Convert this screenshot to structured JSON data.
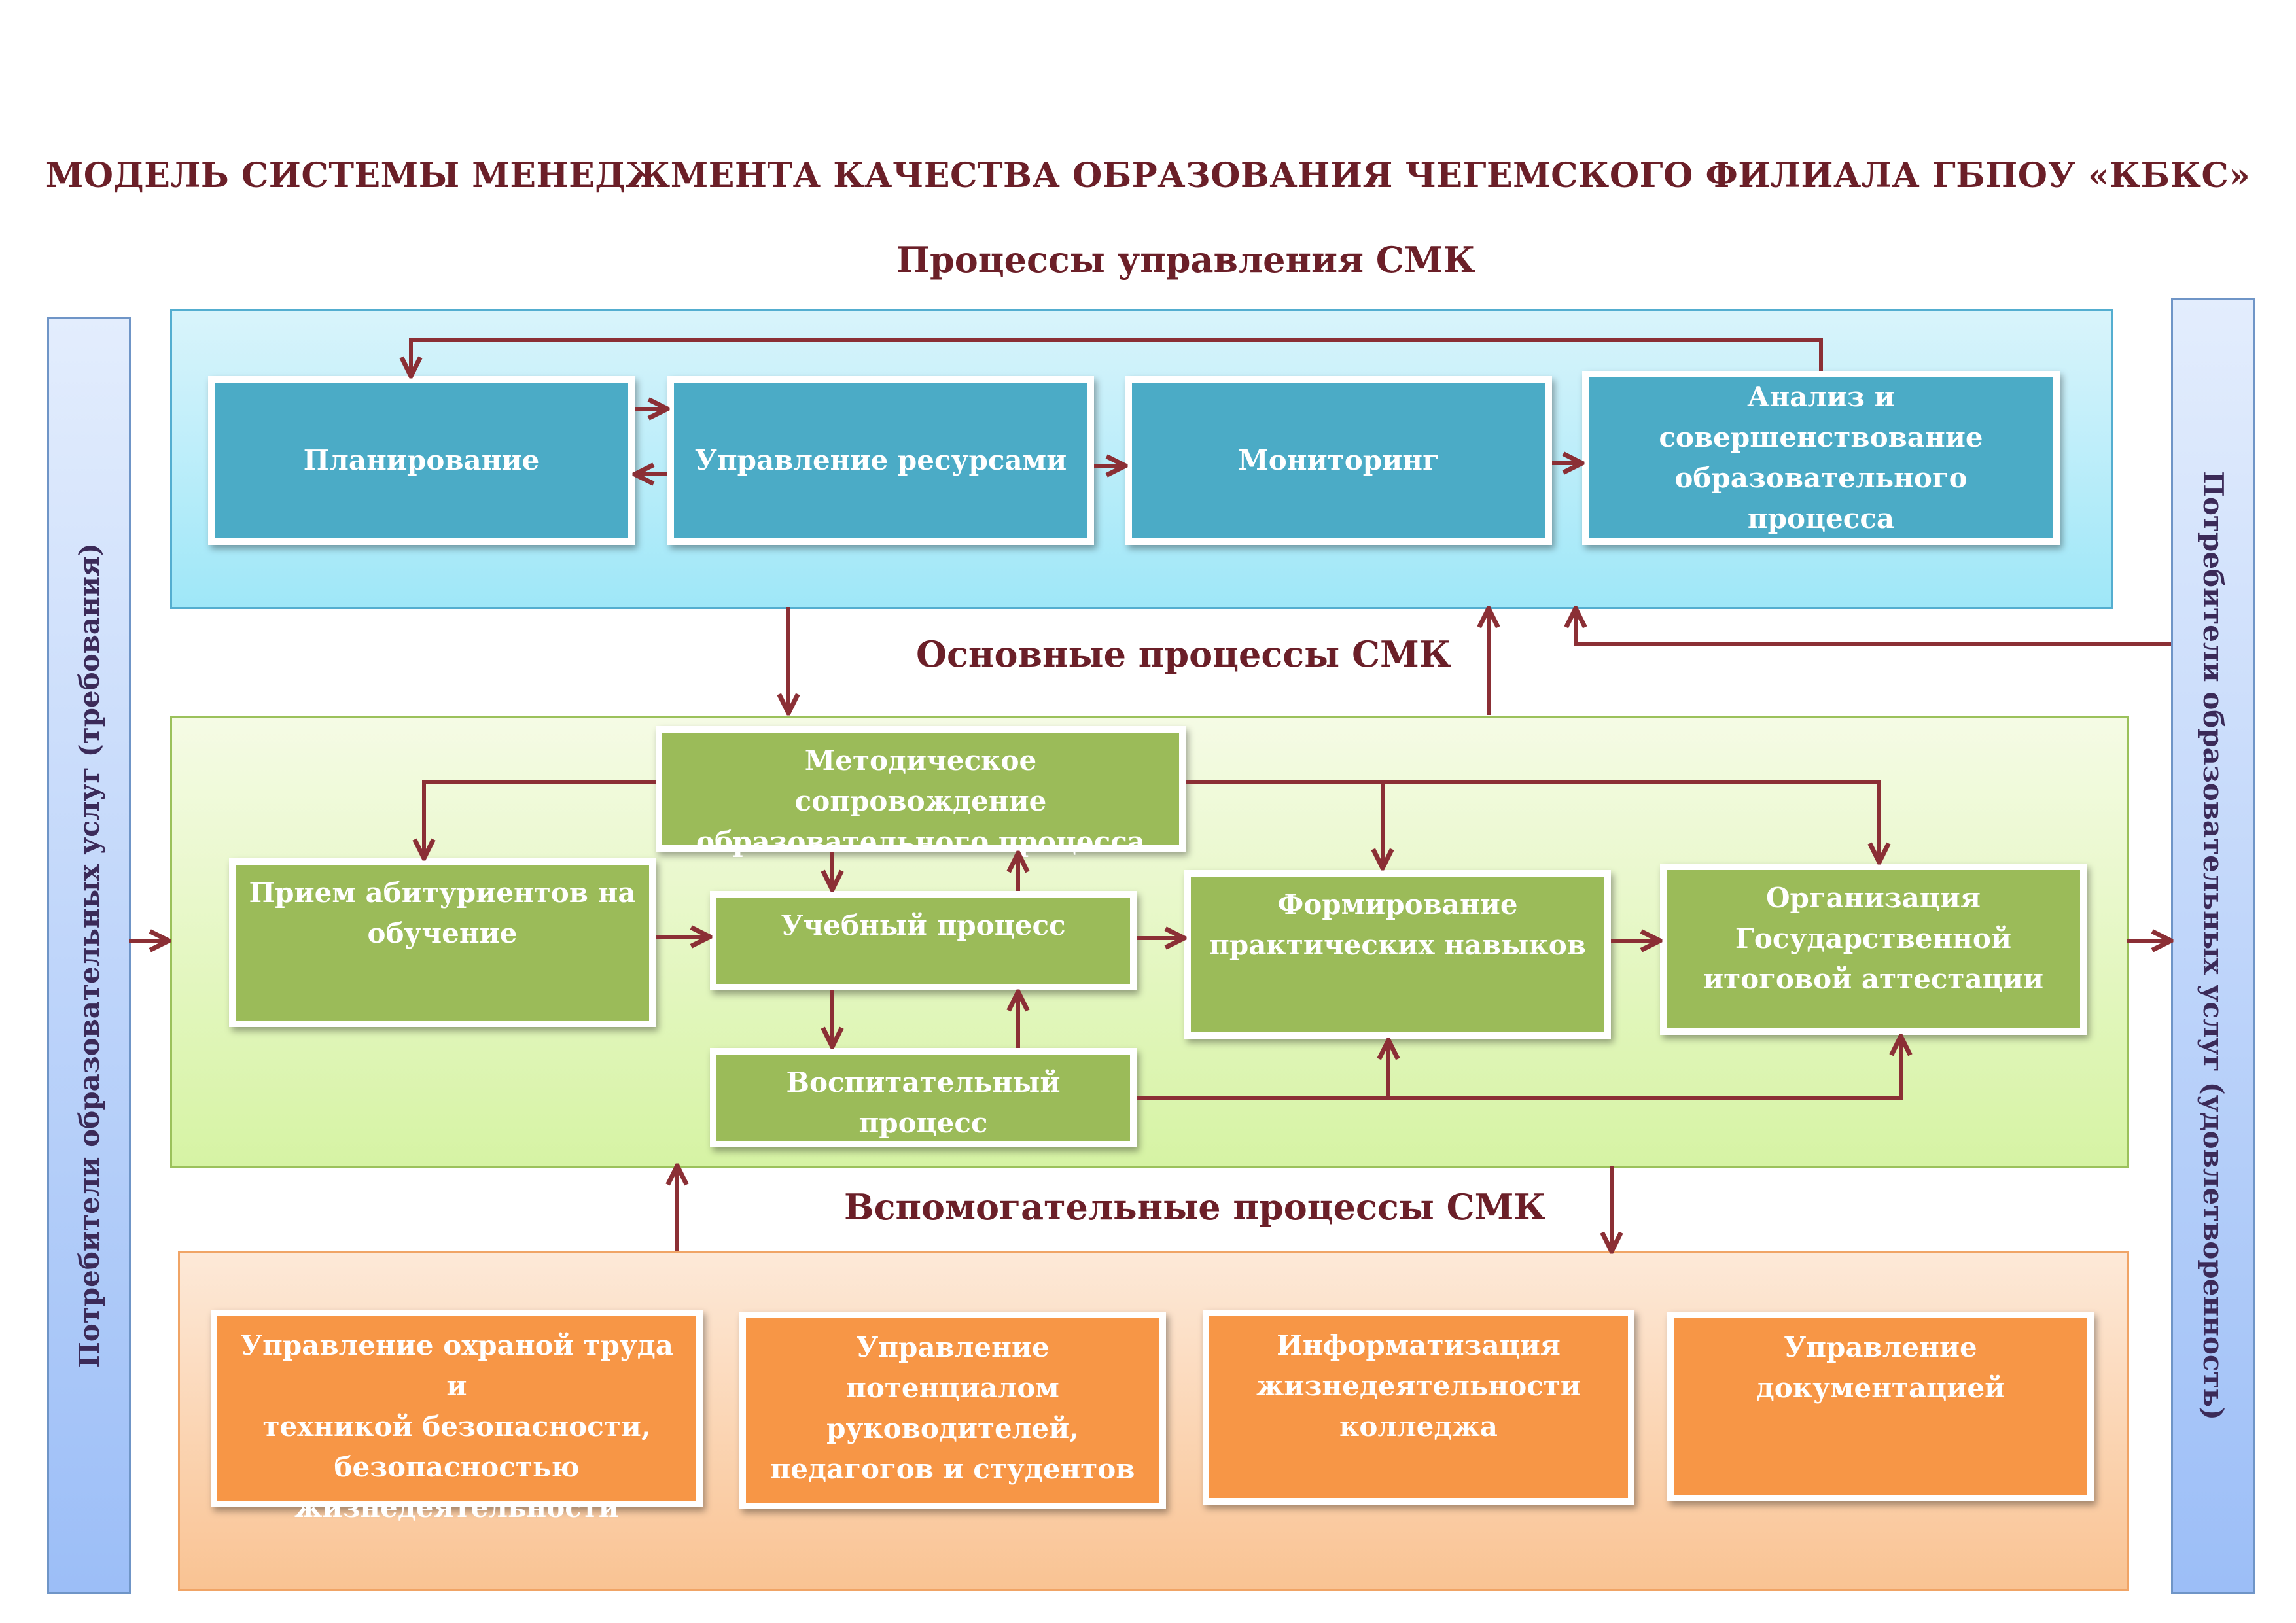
{
  "title": "МОДЕЛЬ СИСТЕМЫ МЕНЕДЖМЕНТА КАЧЕСТВА ОБРАЗОВАНИЯ ЧЕГЕМСКОГО ФИЛИАЛА ГБПОУ «КБКС»",
  "sections": {
    "management": "Процессы управления СМК",
    "main": "Основные процессы СМК",
    "support": "Вспомогательные процессы СМК"
  },
  "side_labels": {
    "left": "Потребители образовательных услуг (требования)",
    "right": "Потребители образовательных услуг (удовлетворенность)"
  },
  "management_processes": {
    "planning": "Планирование",
    "resources": "Управление ресурсами",
    "monitoring": "Мониторинг",
    "analysis": "Анализ и\nсовершенствование\nобразовательного процесса"
  },
  "main_processes": {
    "methodical": "Методическое сопровождение\nобразовательного процесса",
    "admission": "Прием абитуриентов на\nобучение",
    "educational": "Учебный процесс",
    "upbringing": "Воспитательный процесс",
    "practical_skills": "Формирование\nпрактических навыков",
    "attestation": "Организация\nГосударственной\nитоговой аттестации"
  },
  "support_processes": {
    "labor_safety": "Управление охраной труда и\nтехникой безопасности,\nбезопасностью\nжизнедеятельности",
    "potential": "Управление\nпотенциалом\nруководителей,\nпедагогов и студентов",
    "informatization": "Информатизация\nжизнедеятельности\nколледжа",
    "documentation": "Управление\nдокументацией"
  },
  "colors": {
    "title": "#6b1f28",
    "arrow": "#8b2f35",
    "blue_box": "#4babc6",
    "green_box": "#9bbb59",
    "orange_box": "#f79646"
  }
}
